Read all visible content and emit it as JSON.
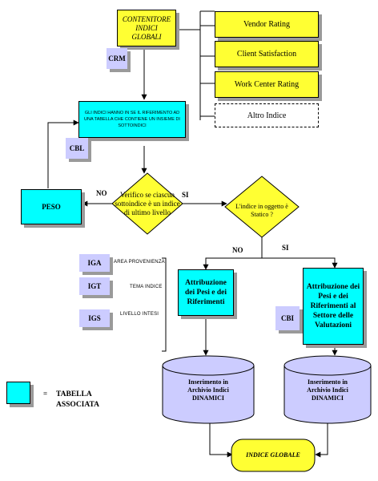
{
  "nodes": {
    "contenitore": "CONTENITORE INDICI GLOBALI",
    "crm": "CRM",
    "vendor_rating": "Vendor Rating",
    "client_satisfaction": "Client Satisfaction",
    "work_center_rating": "Work Center Rating",
    "altro_indice": "Altro Indice",
    "subindex_box": "GLI INDICI HANNO IN SE IL RIFERIMENTO AD UNA TABELLA CHE CONTIENE UN INSIEME DI SOTTOINDICI",
    "cbl_left": "CBL",
    "cbl_right": "CBI",
    "peso": "PESO",
    "decision_ultimo": "Verifico se ciascun sottoindice è un indice di ultimo livello",
    "decision_statico": "L'indice in oggetto è Statico ?",
    "attribuzione_left": "Attribuzione dei Pesi e dei Riferimenti",
    "attribuzione_right": "Attribuzione dei Pesi e dei Riferimenti al Settore delle Valutazioni",
    "archivio_left": "Inserimento in Archivio Indici DINAMICI",
    "archivio_right": "Inserimento in Archivio Indici DINAMICI",
    "indice_globale": "INDICE GLOBALE"
  },
  "edges": {
    "no_left": "NO",
    "si_left": "SI",
    "no_right": "NO",
    "si_right": "SI"
  },
  "tables": [
    {
      "code": "IGA",
      "label": "AREA PROVENIENZA"
    },
    {
      "code": "IGT",
      "label": "TEMA INDICE"
    },
    {
      "code": "IGS",
      "label": "LIVELLO INTESI"
    }
  ],
  "legend": {
    "equals": "=",
    "text": "TABELLA ASSOCIATA"
  },
  "colors": {
    "yellow": "#ffff33",
    "cyan": "#00ffff",
    "lavender": "#ccccff",
    "shadow": "#9a9a9a"
  }
}
